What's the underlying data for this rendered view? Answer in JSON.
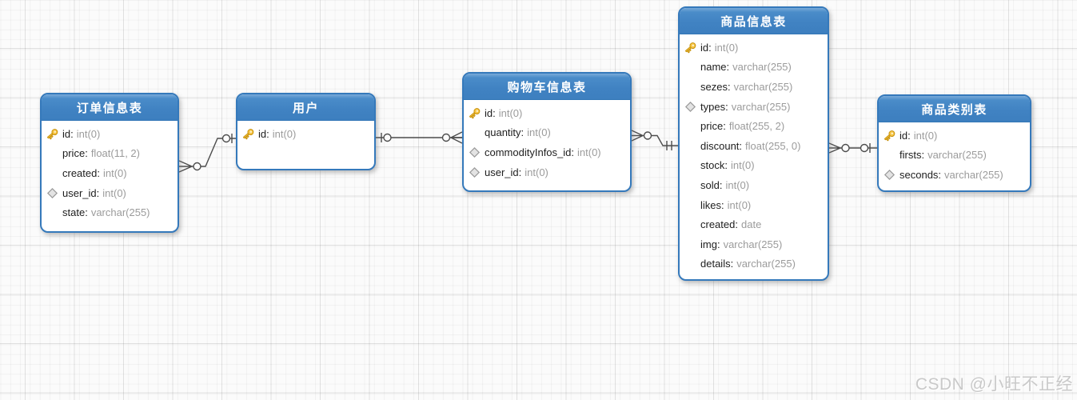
{
  "watermark": "CSDN @小旺不正经",
  "colors": {
    "header_blue": "#4082c2",
    "table_border_blue": "#3579bb",
    "connector_gray": "#4d4d4d",
    "key_gold": "#f6c445",
    "diamond_gray": "#e3e3e3",
    "grid_background": "#fbfbfb"
  },
  "entities": [
    {
      "title": "订单信息表",
      "fields": [
        {
          "icon": "primary-key",
          "name": "id",
          "type": "int(0)"
        },
        {
          "icon": "",
          "name": "price",
          "type": "float(11, 2)"
        },
        {
          "icon": "",
          "name": "created",
          "type": "int(0)"
        },
        {
          "icon": "foreign-key",
          "name": "user_id",
          "type": "int(0)"
        },
        {
          "icon": "",
          "name": "state",
          "type": "varchar(255)"
        }
      ]
    },
    {
      "title": "用户",
      "fields": [
        {
          "icon": "primary-key",
          "name": "id",
          "type": "int(0)"
        }
      ]
    },
    {
      "title": "购物车信息表",
      "fields": [
        {
          "icon": "primary-key",
          "name": "id",
          "type": "int(0)"
        },
        {
          "icon": "",
          "name": "quantity",
          "type": "int(0)"
        },
        {
          "icon": "foreign-key",
          "name": "commodityInfos_id",
          "type": "int(0)"
        },
        {
          "icon": "foreign-key",
          "name": "user_id",
          "type": "int(0)"
        }
      ]
    },
    {
      "title": "商品信息表",
      "fields": [
        {
          "icon": "primary-key",
          "name": "id",
          "type": "int(0)"
        },
        {
          "icon": "",
          "name": "name",
          "type": "varchar(255)"
        },
        {
          "icon": "",
          "name": "sezes",
          "type": "varchar(255)"
        },
        {
          "icon": "foreign-key",
          "name": "types",
          "type": "varchar(255)"
        },
        {
          "icon": "",
          "name": "price",
          "type": "float(255, 2)"
        },
        {
          "icon": "",
          "name": "discount",
          "type": "float(255, 0)"
        },
        {
          "icon": "",
          "name": "stock",
          "type": "int(0)"
        },
        {
          "icon": "",
          "name": "sold",
          "type": "int(0)"
        },
        {
          "icon": "",
          "name": "likes",
          "type": "int(0)"
        },
        {
          "icon": "",
          "name": "created",
          "type": "date"
        },
        {
          "icon": "",
          "name": "img",
          "type": "varchar(255)"
        },
        {
          "icon": "",
          "name": "details",
          "type": "varchar(255)"
        }
      ]
    },
    {
      "title": "商品类别表",
      "fields": [
        {
          "icon": "primary-key",
          "name": "id",
          "type": "int(0)"
        },
        {
          "icon": "",
          "name": "firsts",
          "type": "varchar(255)"
        },
        {
          "icon": "foreign-key",
          "name": "seconds",
          "type": "varchar(255)"
        }
      ]
    }
  ],
  "relationships": [
    {
      "from": "订单信息表",
      "from_cardinality": "zero-or-many",
      "to": "用户",
      "to_cardinality": "zero-or-one"
    },
    {
      "from": "用户",
      "from_cardinality": "zero-or-one",
      "to": "购物车信息表",
      "to_cardinality": "zero-or-many"
    },
    {
      "from": "购物车信息表",
      "from_cardinality": "zero-or-many",
      "to": "商品信息表",
      "to_cardinality": "exactly-one"
    },
    {
      "from": "商品信息表",
      "from_cardinality": "zero-or-many",
      "to": "商品类别表",
      "to_cardinality": "zero-or-one"
    }
  ]
}
